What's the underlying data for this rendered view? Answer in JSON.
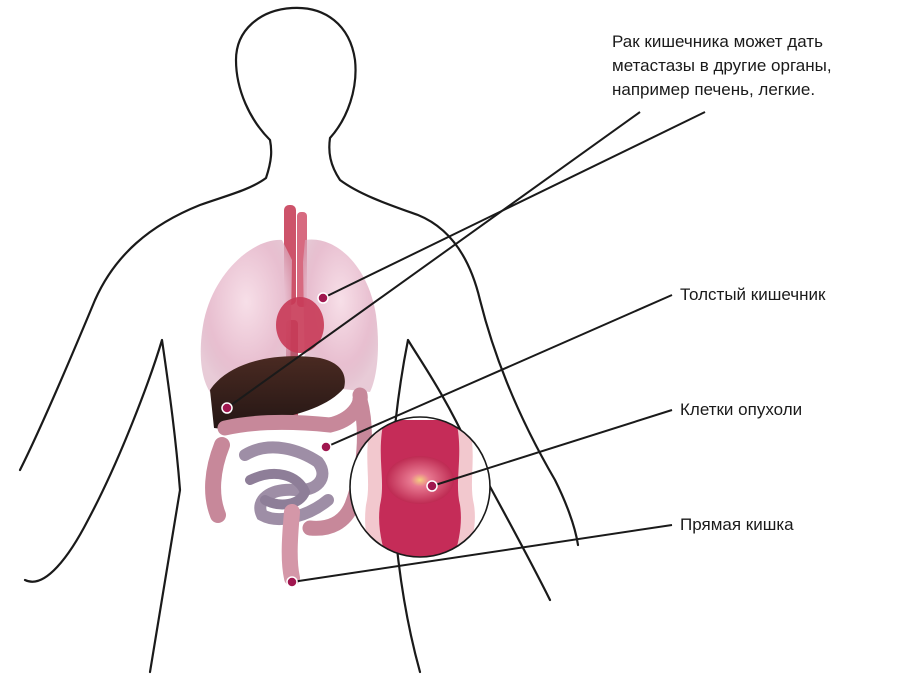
{
  "annotations": {
    "metastasis": {
      "lines": [
        "Рак кишечника может дать",
        "метастазы в другие органы,",
        "например печень, легкие."
      ]
    },
    "colon": "Толстый кишечник",
    "tumor_cells": "Клетки опухоли",
    "rectum": "Прямая кишка"
  },
  "colors": {
    "outline": "#1a1a1a",
    "marker": "#a0174f",
    "lung": "#f0c8d8",
    "liver": "#3a2520",
    "intestine": "#c89aa8",
    "tumor": "#c0305a"
  }
}
